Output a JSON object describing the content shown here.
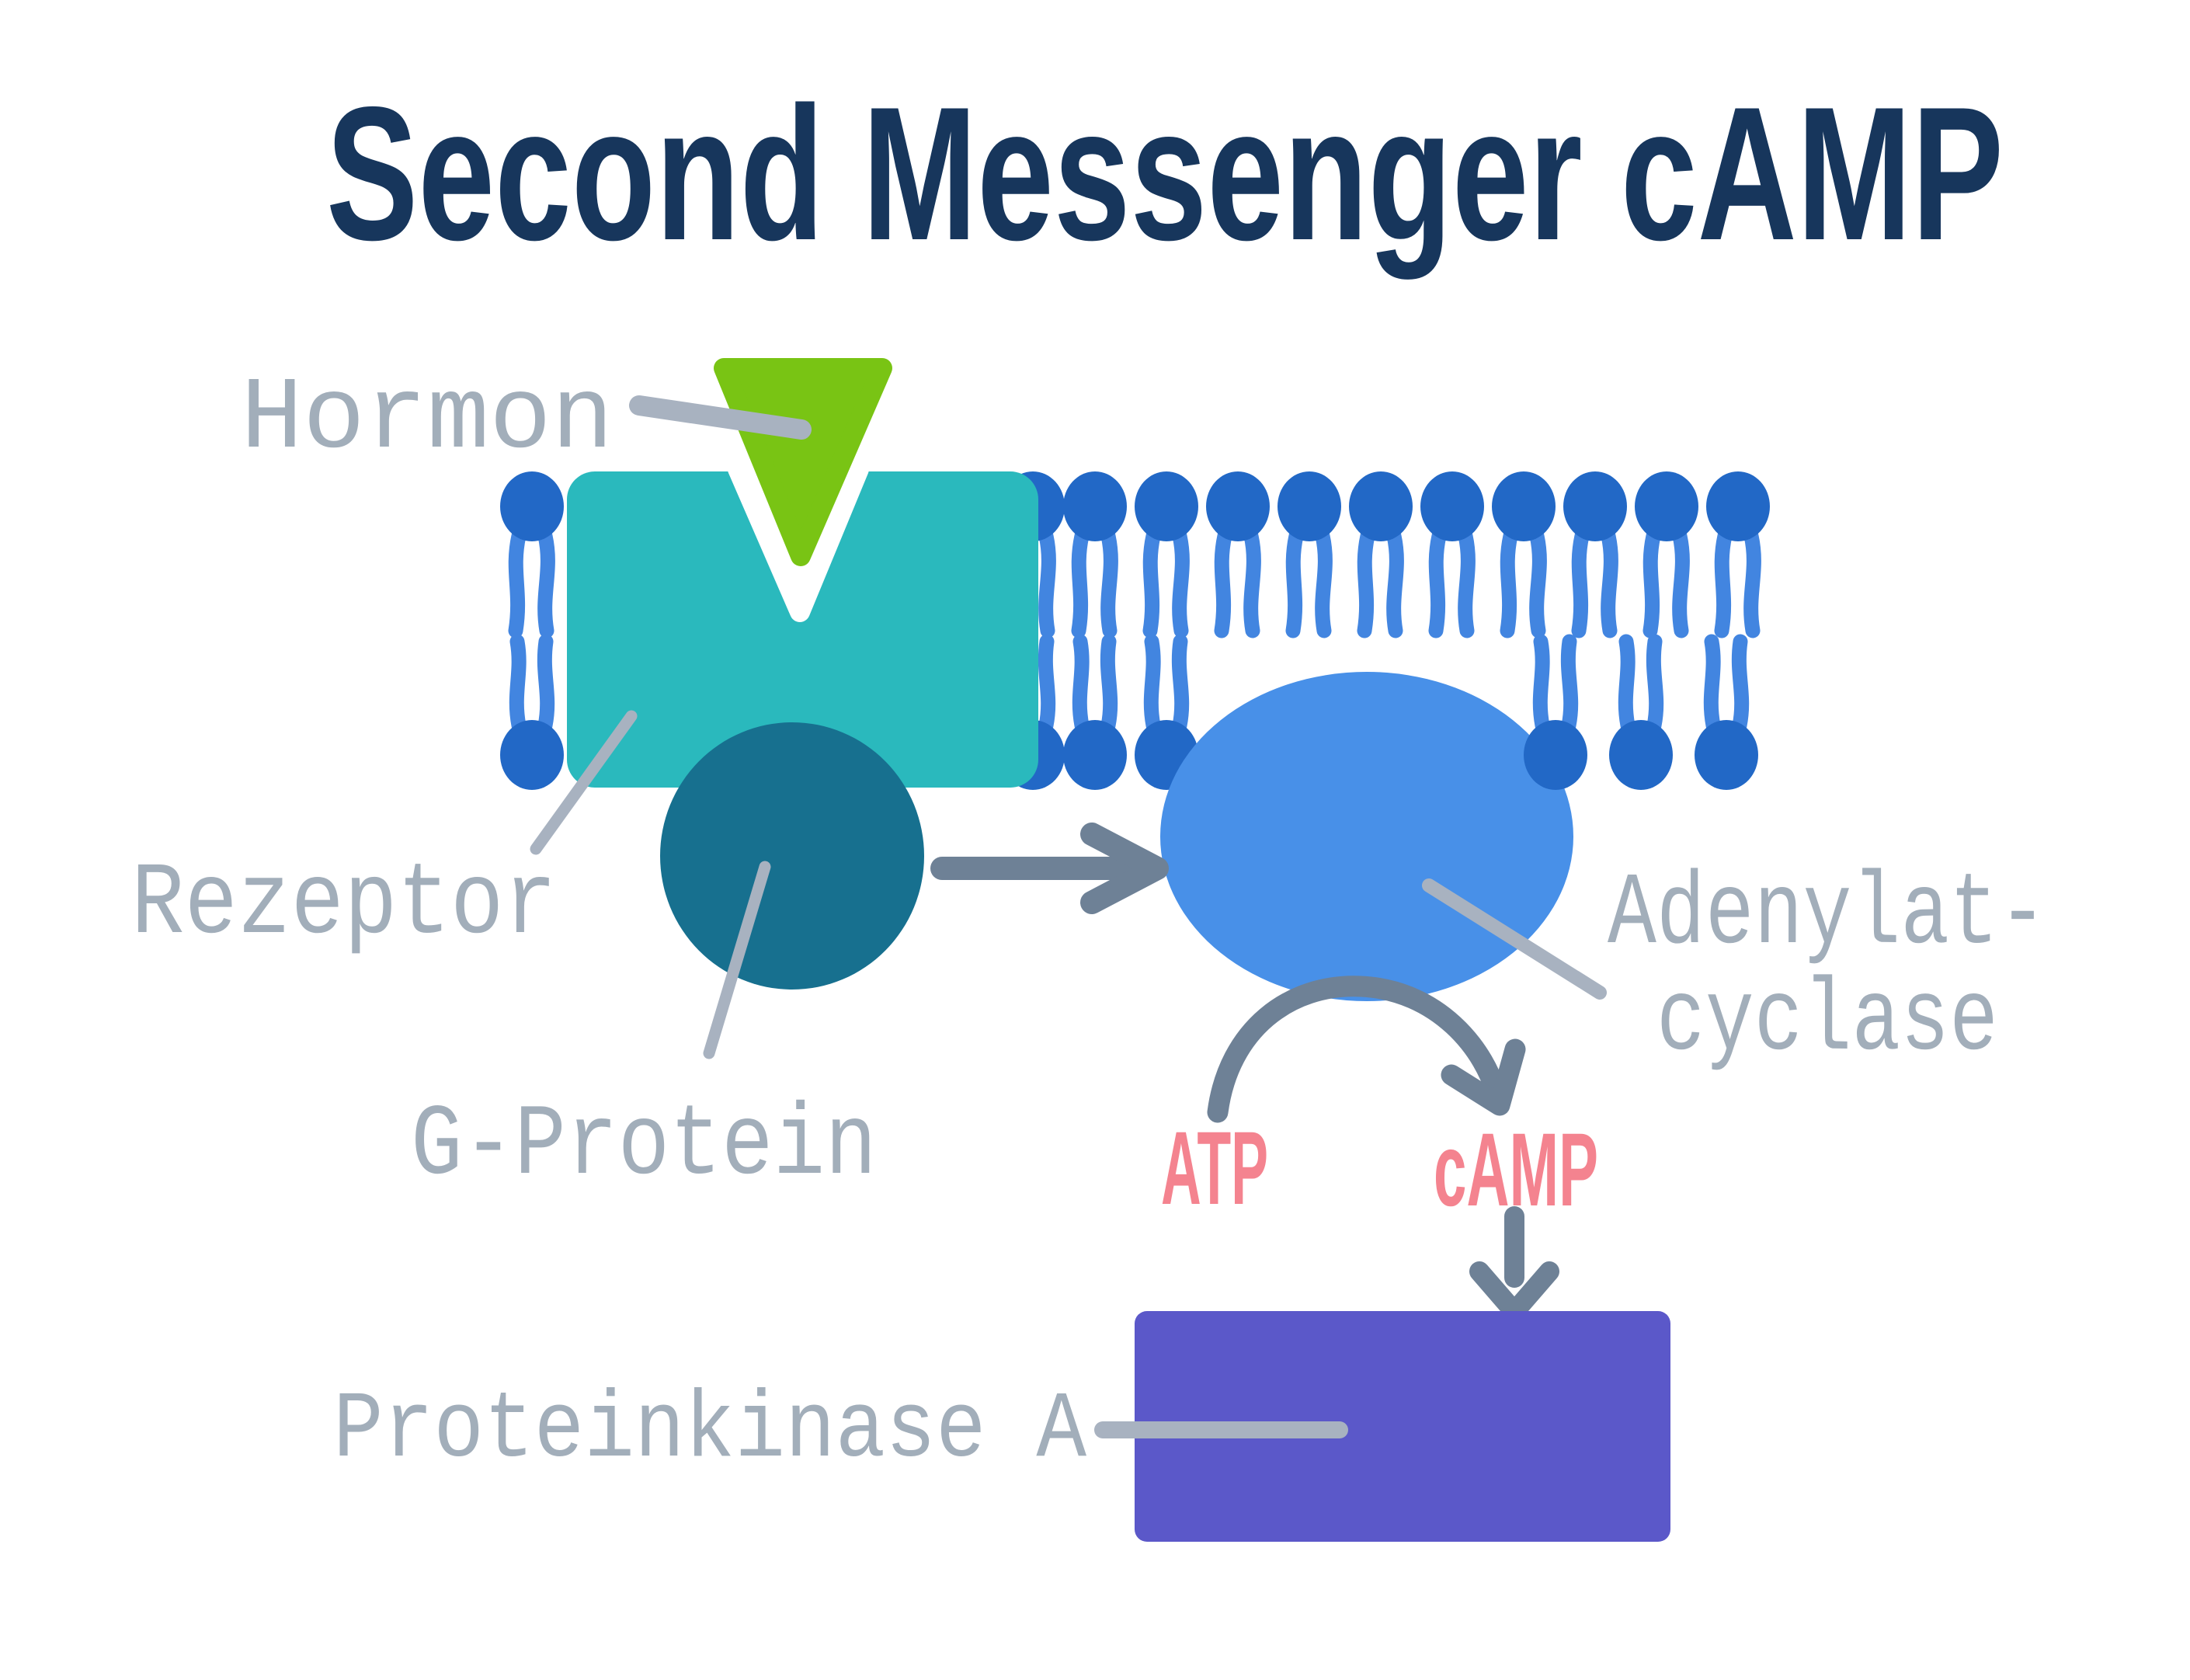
{
  "title": "Second Messenger cAMP",
  "labels": {
    "hormone": "Hormon",
    "receptor": "Rezeptor",
    "g_protein": "G-Protein",
    "adenylate_cyclase_line1": "Adenylat-",
    "adenylate_cyclase_line2": "cyclase",
    "protein_kinase_a": "Proteinkinase A"
  },
  "molecules": {
    "substrate": "ATP",
    "product": "cAMP"
  },
  "colors": {
    "background": "#ffffff",
    "title_navy": "#17365c",
    "label_gray": "#a2aeba",
    "pointer_gray": "#a8b2c0",
    "arrow_gray": "#6e8196",
    "hormone_green": "#79c414",
    "receptor_teal": "#2ab9bd",
    "g_protein_teal": "#17708f",
    "membrane_head_blue": "#2268c6",
    "membrane_tail_blue": "#4285e0",
    "adenylate_blue": "#4890e8",
    "pka_purple": "#5b58c9",
    "molecule_pink": "#f4838f",
    "notch_white": "#ffffff"
  }
}
